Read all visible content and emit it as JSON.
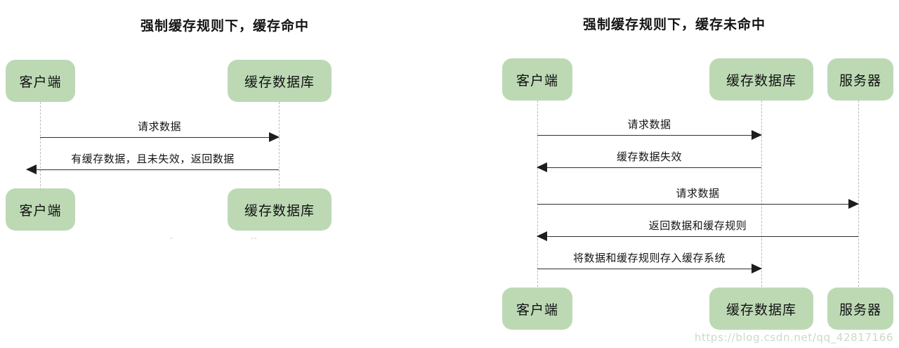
{
  "page": {
    "background_color": "#ffffff",
    "actor_fill_color": "#bcd9b4",
    "line_color": "#2f2f2f",
    "lifeline_color": "#b9b9b9",
    "watermark": "https://blog.csdn.net/qq_42817166"
  },
  "diagrams": [
    {
      "id": "cache-hit",
      "title": "强制缓存规则下，缓存命中",
      "actors": [
        {
          "id": "client",
          "label": "客户端"
        },
        {
          "id": "cache",
          "label": "缓存数据库"
        }
      ],
      "actors_bottom": [
        {
          "id": "client",
          "label": "客户端"
        },
        {
          "id": "cache",
          "label": "缓存数据库"
        }
      ],
      "messages": [
        {
          "label": "请求数据",
          "from": "client",
          "to": "cache",
          "direction": "to-right"
        },
        {
          "label": "有缓存数据，且未失效，返回数据",
          "from": "cache",
          "to": "client",
          "direction": "to-left"
        }
      ]
    },
    {
      "id": "cache-miss",
      "title": "强制缓存规则下，缓存未命中",
      "actors": [
        {
          "id": "client",
          "label": "客户端"
        },
        {
          "id": "cache",
          "label": "缓存数据库"
        },
        {
          "id": "server",
          "label": "服务器"
        }
      ],
      "actors_bottom": [
        {
          "id": "client",
          "label": "客户端"
        },
        {
          "id": "cache",
          "label": "缓存数据库"
        },
        {
          "id": "server",
          "label": "服务器"
        }
      ],
      "messages": [
        {
          "label": "请求数据",
          "from": "client",
          "to": "cache",
          "direction": "to-right"
        },
        {
          "label": "缓存数据失效",
          "from": "cache",
          "to": "client",
          "direction": "to-left"
        },
        {
          "label": "请求数据",
          "from": "client",
          "to": "server",
          "direction": "to-right"
        },
        {
          "label": "返回数据和缓存规则",
          "from": "server",
          "to": "client",
          "direction": "to-left"
        },
        {
          "label": "将数据和缓存规则存入缓存系统",
          "from": "client",
          "to": "cache",
          "direction": "to-right"
        }
      ]
    }
  ]
}
